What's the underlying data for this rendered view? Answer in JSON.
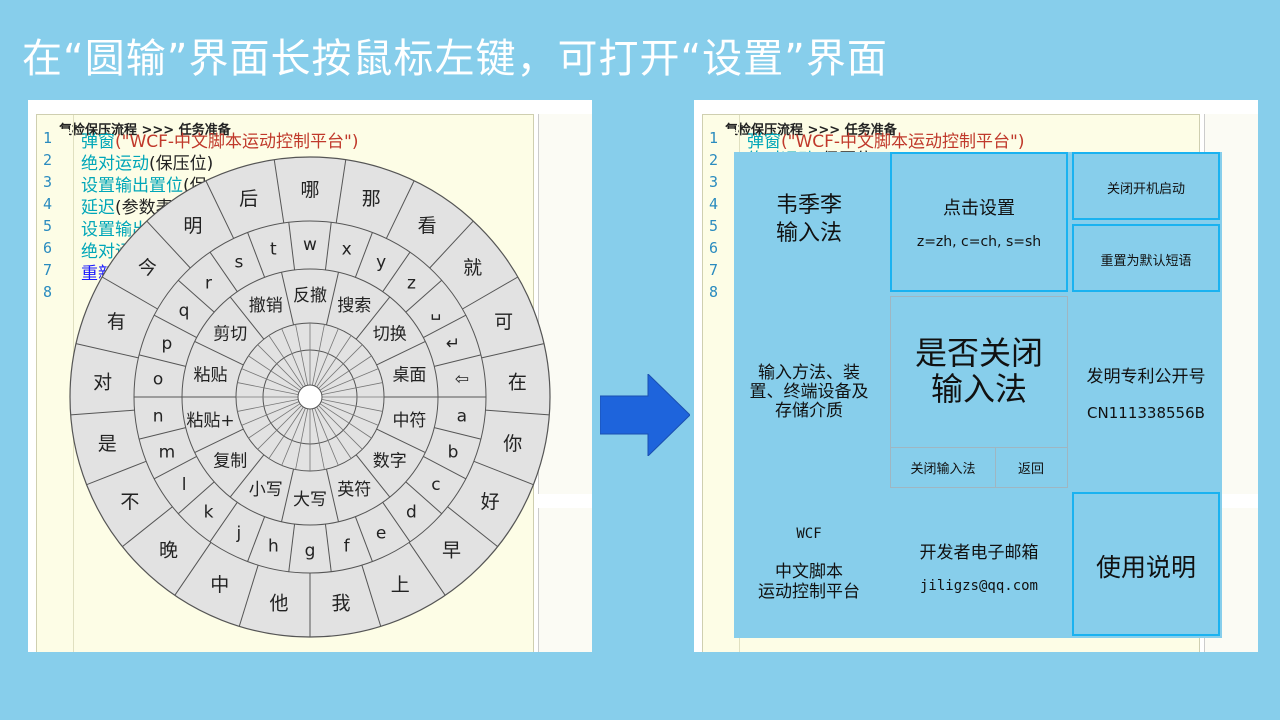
{
  "slide_title": "在“圆输”界面长按鼠标左键，可打开“设置”界面",
  "editor": {
    "breadcrumb": "复检保压流程 >>> 任务准备",
    "line_numbers": [
      "1",
      "2",
      "3",
      "4",
      "5",
      "6",
      "7",
      "8"
    ],
    "lines": [
      {
        "cmd": "弹窗",
        "args": "(\"WCF-中文脚本运动控制平台\")"
      },
      {
        "cmd": "绝对运动",
        "args": "(保压位)"
      },
      {
        "cmd": "设置输出置位",
        "args": "(保"
      },
      {
        "cmd": "延迟",
        "args": "(参数表"
      },
      {
        "cmd": "设置输出",
        "args": ""
      },
      {
        "cmd": "绝对运",
        "args": ""
      },
      {
        "cmd": "重新",
        "args": ""
      }
    ]
  },
  "wheel": {
    "outer_ring": [
      "哪",
      "那",
      "看",
      "就",
      "可",
      "在",
      "你",
      "好",
      "早",
      "上",
      "我",
      "他",
      "中",
      "晚",
      "不",
      "是",
      "对",
      "有",
      "今",
      "明",
      "后"
    ],
    "middle_ring": [
      "w",
      "x",
      "y",
      "z",
      "␣",
      "↵",
      "⇦",
      "a",
      "b",
      "c",
      "d",
      "e",
      "f",
      "g",
      "h",
      "j",
      "k",
      "l",
      "m",
      "n",
      "o",
      "p",
      "q",
      "r",
      "s",
      "t"
    ],
    "inner_ring": [
      "反撤",
      "搜索",
      "切换",
      "桌面",
      "中符",
      "数字",
      "英符",
      "大写",
      "小写",
      "复制",
      "粘贴+",
      "粘贴",
      "剪切",
      "撤销"
    ]
  },
  "settings": {
    "ime_name": "韦季李\n输入法",
    "click_settings": "点击设置",
    "fuzzy_rule": "z=zh, c=ch, s=sh",
    "disable_autostart": "关闭开机启动",
    "reset_phrases": "重置为默认短语",
    "patent_title": "输入方法、装\n置、终端设备及\n存储介质",
    "confirm_question": "是否关闭\n输入法",
    "close_ime": "关闭输入法",
    "back": "返回",
    "patent_label": "发明专利公开号",
    "patent_number": "CN111338556B",
    "brand_code": "WCF",
    "brand_name": "中文脚本\n运动控制平台",
    "dev_email_label": "开发者电子邮箱",
    "dev_email": "jiligzs@qq.com",
    "manual": "使用说明"
  },
  "colors": {
    "background": "#87CEEB",
    "arrow": "#1E64DC",
    "button_border": "#1AB2F0",
    "wheel_fill": "#E2E2E2"
  }
}
